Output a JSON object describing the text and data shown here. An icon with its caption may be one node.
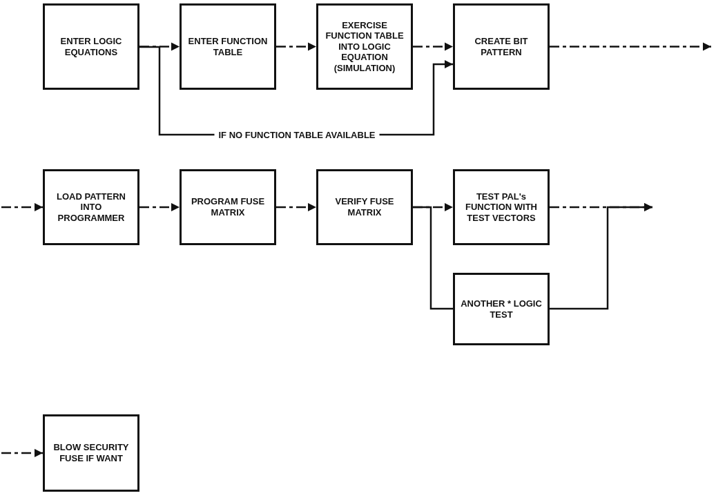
{
  "diagram": {
    "nodes": [
      {
        "text": [
          "ENTER LOGIC EQUATIONS"
        ]
      },
      {
        "text": [
          "ENTER FUNCTION TABLE"
        ]
      },
      {
        "text": [
          "EXERCISE FUNCTION TABLE INTO LOGIC EQUATION (SIMULATION)"
        ]
      },
      {
        "text": [
          "CREATE BIT PATTERN"
        ]
      },
      {
        "text": [
          "LOAD PATTERN INTO PROGRAMMER"
        ]
      },
      {
        "text": [
          "PROGRAM FUSE MATRIX"
        ]
      },
      {
        "text": [
          "VERIFY FUSE MATRIX"
        ]
      },
      {
        "text": [
          "TEST PAL's FUNCTION WITH TEST VECTORS"
        ]
      },
      {
        "text": [
          "ANOTHER * LOGIC TEST"
        ]
      },
      {
        "text": [
          "BLOW SECURITY FUSE IF WANT"
        ]
      }
    ],
    "edges": [
      {
        "from": 0,
        "to": 1,
        "arrow": "to",
        "style": "dashed"
      },
      {
        "from": 0,
        "to": 3,
        "arrow": "to",
        "label": "IF NO FUNCTION TABLE AVAILABLE"
      },
      {
        "from": 1,
        "to": 2,
        "arrow": "to",
        "style": "dashed"
      },
      {
        "from": 2,
        "to": 3,
        "arrow": "to",
        "style": "dashed"
      },
      {
        "from": 3,
        "to": null,
        "arrow": "to",
        "style": "dashed"
      },
      {
        "from": null,
        "to": 4,
        "arrow": "to",
        "style": "dashed"
      },
      {
        "from": 4,
        "to": 5,
        "arrow": "to",
        "style": "dashed"
      },
      {
        "from": 5,
        "to": 6,
        "arrow": "to",
        "style": "dashed"
      },
      {
        "from": 6,
        "to": 7,
        "arrow": "to",
        "style": "dashed"
      },
      {
        "from": 6,
        "to": 8,
        "arrow": "none"
      },
      {
        "from": 7,
        "to": null,
        "arrow": "to",
        "style": "dashed"
      },
      {
        "from": 8,
        "to": null,
        "arrow": "to"
      },
      {
        "from": null,
        "to": 9,
        "arrow": "to",
        "style": "dashed"
      }
    ]
  }
}
